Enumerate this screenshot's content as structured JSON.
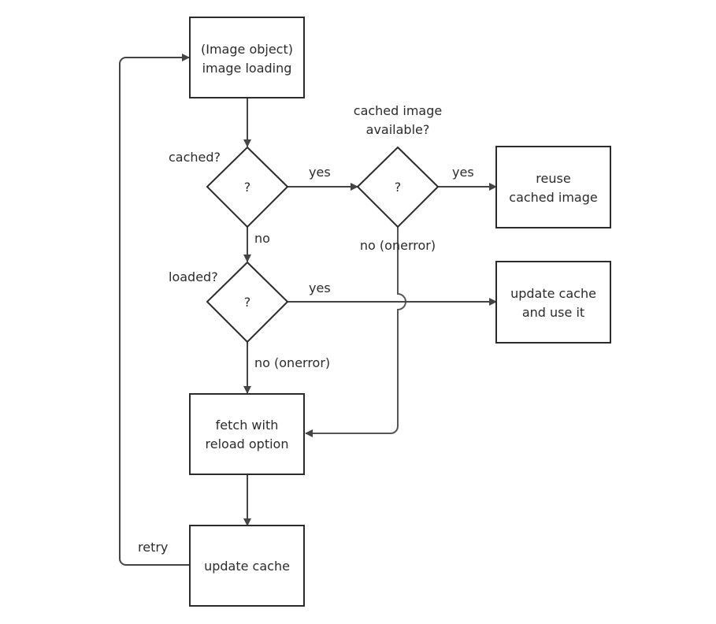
{
  "nodes": {
    "image_loading": {
      "lines": [
        "(Image object)",
        "image loading"
      ]
    },
    "cached_decision": {
      "symbol": "?",
      "label": "cached?"
    },
    "cached_available_decision": {
      "symbol": "?",
      "label_lines": [
        "cached image",
        "available?"
      ]
    },
    "reuse": {
      "lines": [
        "reuse",
        "cached image"
      ]
    },
    "loaded_decision": {
      "symbol": "?",
      "label": "loaded?"
    },
    "update_and_use": {
      "lines": [
        "update cache",
        "and use it"
      ]
    },
    "fetch_reload": {
      "lines": [
        "fetch with",
        "reload option"
      ]
    },
    "update_cache": {
      "lines": [
        "update cache"
      ]
    }
  },
  "edges": {
    "cached_yes": "yes",
    "available_yes": "yes",
    "cached_no": "no",
    "available_no": "no (onerror)",
    "loaded_yes": "yes",
    "loaded_no": "no (onerror)",
    "retry": "retry"
  }
}
